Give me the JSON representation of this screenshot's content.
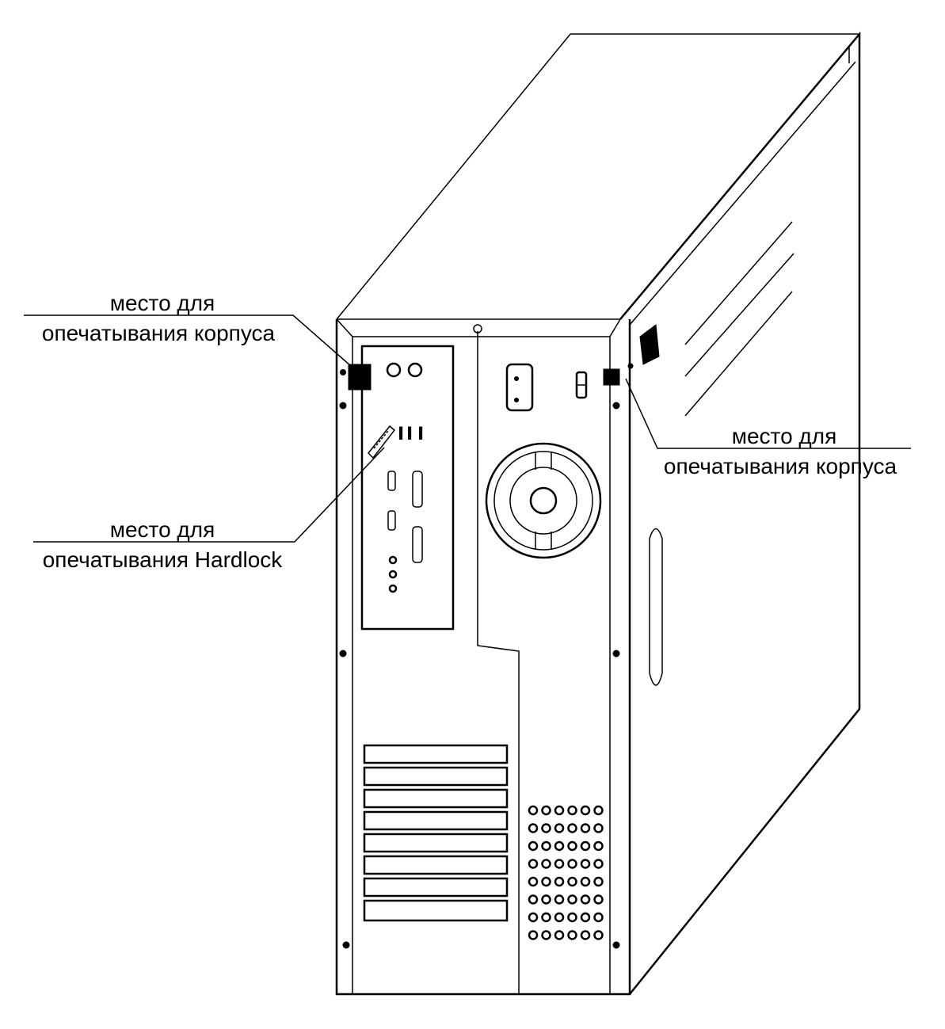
{
  "labels": {
    "case_seal_left_line1": "место для",
    "case_seal_left_line2": "опечатывания корпуса",
    "hardlock_seal_line1": "место для",
    "hardlock_seal_line2": "опечатывания Hardlock",
    "case_seal_right_line1": "место для",
    "case_seal_right_line2": "опечатывания корпуса"
  },
  "colors": {
    "ink": "#000000",
    "background": "#ffffff"
  }
}
